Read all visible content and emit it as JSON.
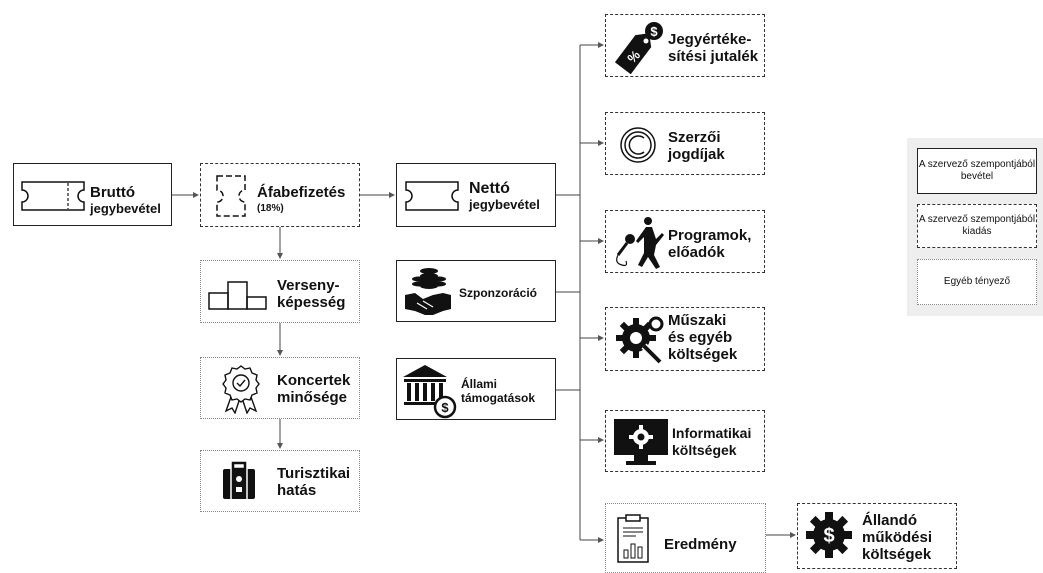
{
  "nodes": {
    "brutto": {
      "line1": "Bruttó",
      "line2": "jegybevétel"
    },
    "afa": {
      "line1": "Áfabefizetés",
      "line2": "(18%)"
    },
    "netto": {
      "line1": "Nettó",
      "line2": "jegybevétel"
    },
    "verseny": {
      "line1": "Verseny-",
      "line2": "képesség"
    },
    "koncert": {
      "line1": "Koncertek",
      "line2": "minősége"
    },
    "turizmus": {
      "line1": "Turisztikai",
      "line2": "hatás"
    },
    "szponzoracio": {
      "line1": "Szponzoráció"
    },
    "allami": {
      "line1": "Állami",
      "line2": "támogatások"
    },
    "jegyertekesitesi": {
      "line1": "Jegyértéke-",
      "line2": "sítési jutalék"
    },
    "szerzoi": {
      "line1": "Szerzői",
      "line2": "jogdíjak"
    },
    "programok": {
      "line1": "Programok,",
      "line2": "előadók"
    },
    "muszaki": {
      "line1": "Műszaki",
      "line2": "és egyéb",
      "line3": "költségek"
    },
    "informatikai": {
      "line1": "Informatikai",
      "line2": "költségek"
    },
    "eredmeny": {
      "line1": "Eredmény"
    },
    "allando": {
      "line1": "Állandó",
      "line2": "működési",
      "line3": "költségek"
    }
  },
  "legend": {
    "bevetel": "A szervező szempontjából bevétel",
    "kiadas": "A szervező szempontjából kiadás",
    "egyeb": "Egyéb tényező"
  },
  "icons": {
    "brutto": "ticket-icon",
    "afa": "ticket-dashed-icon",
    "netto": "ticket-icon",
    "verseny": "podium-icon",
    "koncert": "award-badge-icon",
    "turizmus": "suitcase-icon",
    "szponzoracio": "handshake-coins-icon",
    "allami": "bank-dollar-icon",
    "jegyertekesitesi": "price-tag-percent-icon",
    "szerzoi": "copyright-icon",
    "programok": "singer-microphone-icon",
    "muszaki": "gear-wrench-icon",
    "informatikai": "monitor-gear-icon",
    "eredmeny": "report-chart-icon",
    "allando": "gear-dollar-icon"
  }
}
